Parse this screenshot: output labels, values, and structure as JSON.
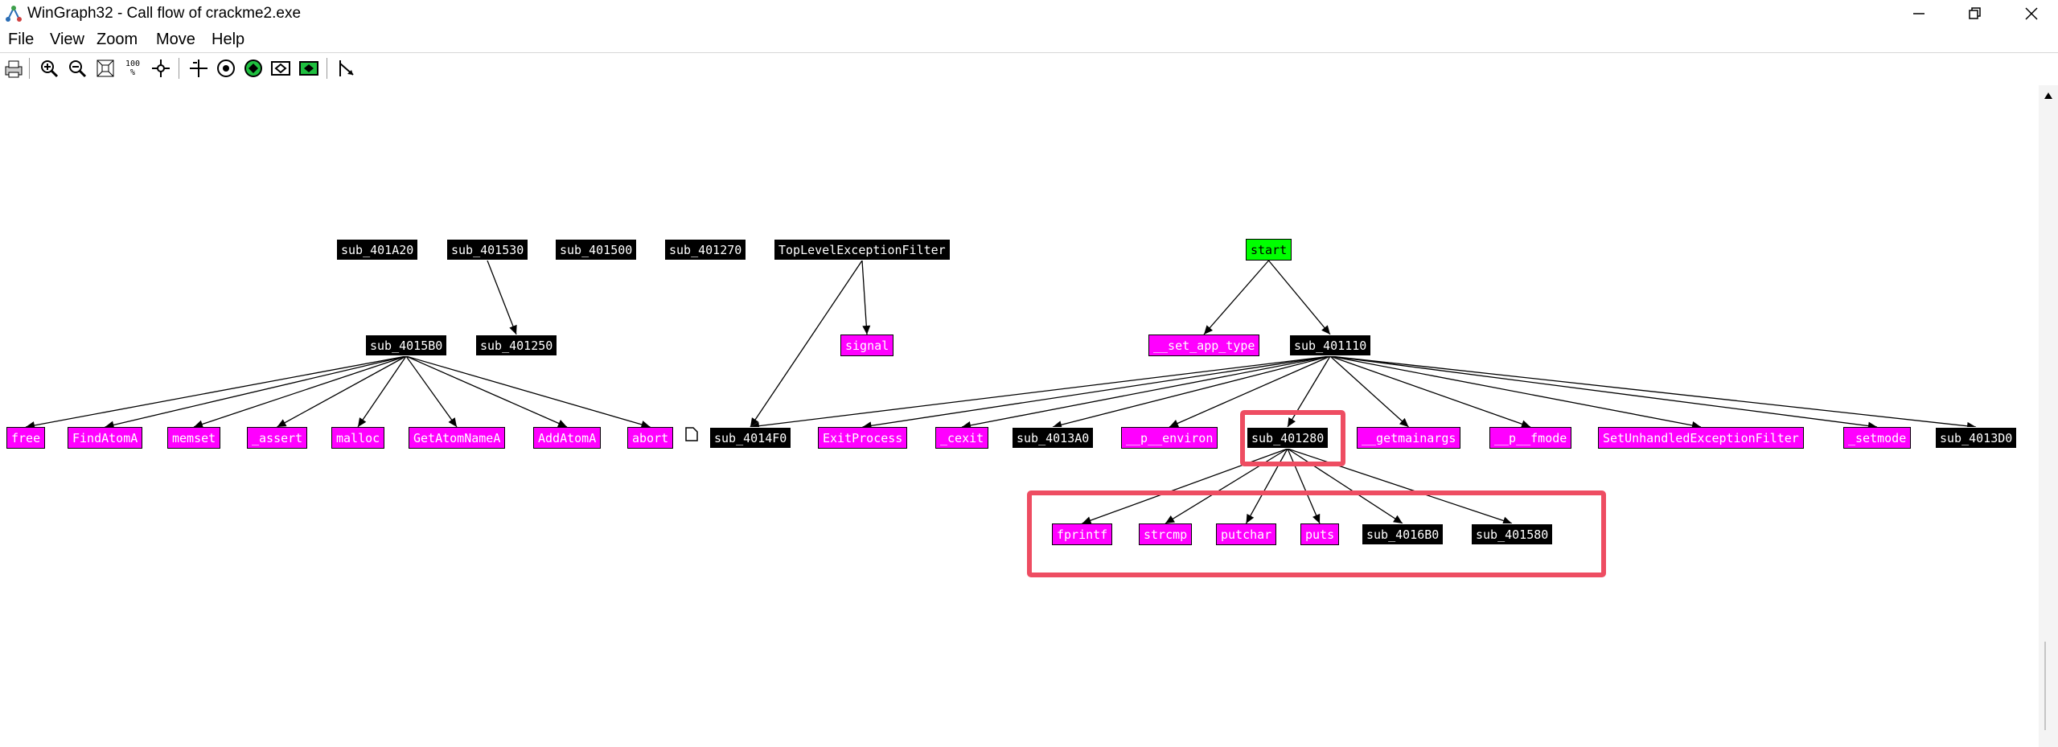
{
  "window": {
    "title": "WinGraph32 - Call flow of crackme2.exe"
  },
  "menu": [
    "File",
    "View",
    "Zoom",
    "Move",
    "Help"
  ],
  "toolbar": {
    "zoom_100": "100 %"
  },
  "graph": {
    "nodes": {
      "sub_401A20": "sub_401A20",
      "sub_401530": "sub_401530",
      "sub_401500": "sub_401500",
      "sub_401270": "sub_401270",
      "TopLevelExceptionFilter": "TopLevelExceptionFilter",
      "start": "start",
      "sub_4015B0": "sub_4015B0",
      "sub_401250": "sub_401250",
      "signal": "signal",
      "set_app_type": "__set_app_type",
      "sub_401110": "sub_401110",
      "free": "free",
      "FindAtomA": "FindAtomA",
      "memset": "memset",
      "assert": "_assert",
      "malloc": "malloc",
      "GetAtomNameA": "GetAtomNameA",
      "AddAtomA": "AddAtomA",
      "abort": "abort",
      "sub_4014F0": "sub_4014F0",
      "ExitProcess": "ExitProcess",
      "cexit": "_cexit",
      "sub_4013A0": "sub_4013A0",
      "p_environ": "__p__environ",
      "sub_401280": "sub_401280",
      "getmainargs": "__getmainargs",
      "p_fmode": "__p__fmode",
      "SetUnhandledExceptionFilter": "SetUnhandledExceptionFilter",
      "setmode": "_setmode",
      "sub_4013D0": "sub_4013D0",
      "fprintf": "fprintf",
      "strcmp": "strcmp",
      "putchar": "putchar",
      "puts": "puts",
      "sub_4016B0": "sub_4016B0",
      "sub_401580": "sub_401580"
    },
    "colors": {
      "library": "#ff00ff",
      "function": "#000000",
      "entry": "#00ff00",
      "highlight": "#ee4d62"
    }
  }
}
